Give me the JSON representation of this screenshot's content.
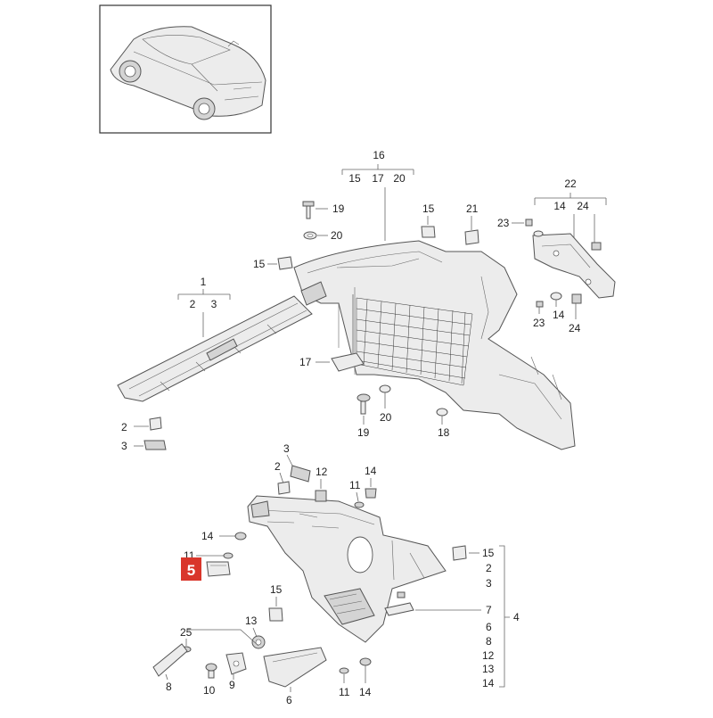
{
  "diagram": {
    "highlight_color": "#d9362b",
    "highlighted_part": "5",
    "car_icon": "car-overview-icon",
    "callouts": {
      "p16": "16",
      "p16_a": "15",
      "p16_b": "17",
      "p16_c": "20",
      "p22": "22",
      "p22_a": "14",
      "p22_b": "24",
      "p19_top": "19",
      "p20_top": "20",
      "p15_a": "15",
      "p21": "21",
      "p15_b": "15",
      "p23_a": "23",
      "p1": "1",
      "p1_a": "2",
      "p1_b": "3",
      "p23_b": "23",
      "p14_a": "14",
      "p24": "24",
      "p17": "17",
      "p19_bot": "19",
      "p20_bot": "20",
      "p18": "18",
      "p2_a": "2",
      "p3_a": "3",
      "p3_b": "3",
      "p2_b": "2",
      "p12_a": "12",
      "p14_b": "14",
      "p11_a": "11",
      "p14_c": "14",
      "p11_b": "11",
      "p5": "5",
      "p15_c": "15",
      "p15_d": "15",
      "p13_a": "13",
      "p25": "25",
      "p8": "8",
      "p10": "10",
      "p9": "9",
      "p6_a": "6",
      "p11_c": "11",
      "p14_d": "14",
      "p4": "4",
      "p4_list": [
        "15",
        "2",
        "3",
        "7",
        "6",
        "8",
        "12",
        "13",
        "14"
      ]
    }
  }
}
